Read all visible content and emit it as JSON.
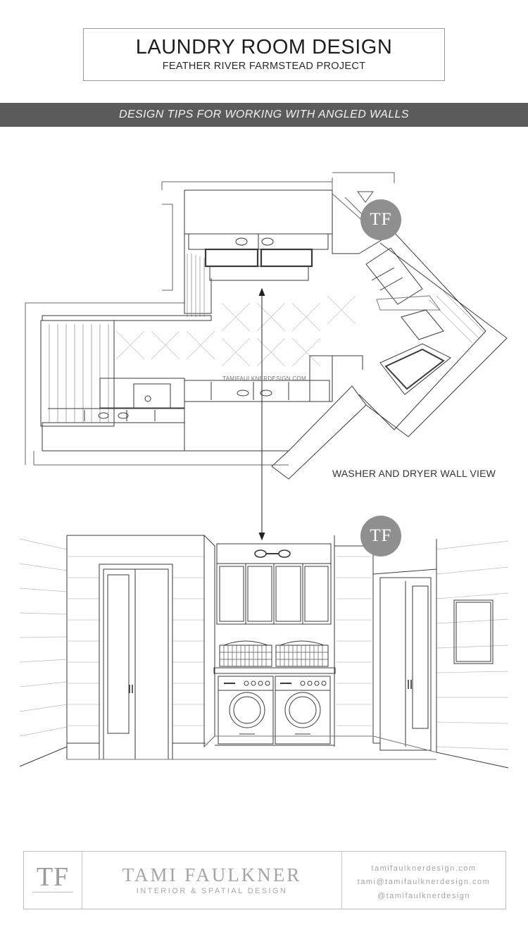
{
  "header": {
    "title": "LAUNDRY ROOM DESIGN",
    "subtitle": "FEATHER RIVER FARMSTEAD PROJECT"
  },
  "banner": {
    "text": "DESIGN TIPS FOR WORKING WITH ANGLED WALLS"
  },
  "plan_view": {
    "watermark": "TAMIFAULKNERDESIGN.COM",
    "badge": "TF"
  },
  "elevation_view": {
    "label": "WASHER AND DRYER WALL VIEW",
    "badge": "TF"
  },
  "footer": {
    "logo": "TF",
    "name": "TAMI FAULKNER",
    "tagline": "INTERIOR & SPATIAL DESIGN",
    "website": "tamifaulknerdesign.com",
    "email": "tami@tamifaulknerdesign.com",
    "social": "@tamifaulknerdesign"
  },
  "colors": {
    "banner_bg": "#5b5b5b",
    "badge_bg": "#8f8f8f",
    "line": "#3a3a3a"
  }
}
